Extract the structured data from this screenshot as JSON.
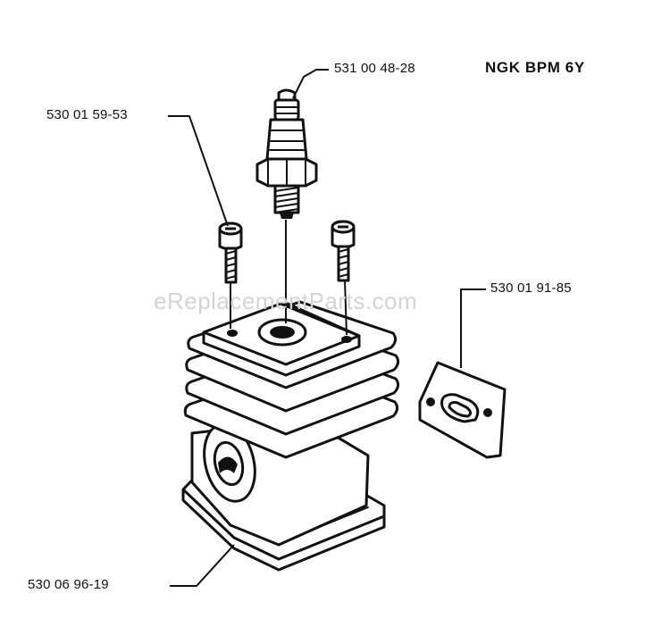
{
  "labels": {
    "spark_plug_part": "531 00 48-28",
    "spark_plug_model": "NGK BPM 6Y",
    "screw_part": "530 01 59-53",
    "gasket_part": "530 01 91-85",
    "cylinder_part": "530 06 96-19"
  },
  "watermark": "eReplacementParts.com"
}
